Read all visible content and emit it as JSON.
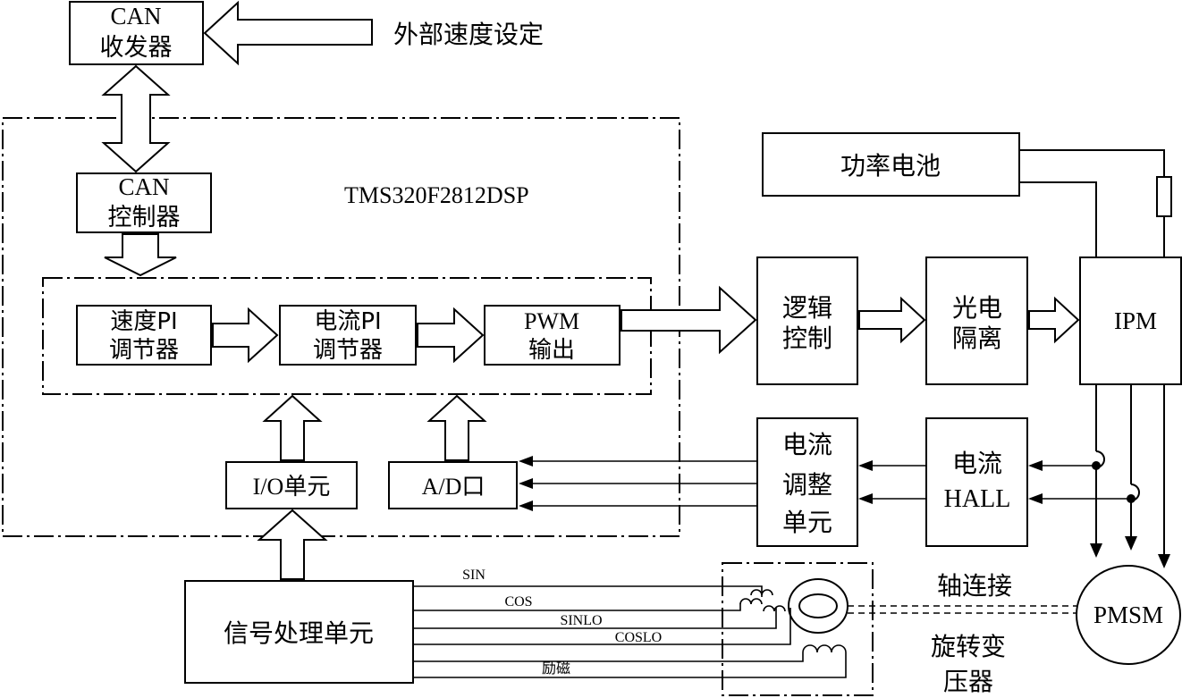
{
  "can_transceiver": {
    "line1": "CAN",
    "line2": "收发器"
  },
  "external_speed": "外部速度设定",
  "dsp_label": "TMS320F2812DSP",
  "can_controller": {
    "line1": "CAN",
    "line2": "控制器"
  },
  "speed_pi": {
    "line1": "速度PI",
    "line2": "调节器"
  },
  "current_pi": {
    "line1": "电流PI",
    "line2": "调节器"
  },
  "pwm_out": {
    "line1": "PWM",
    "line2": "输出"
  },
  "logic_control": {
    "line1": "逻辑",
    "line2": "控制"
  },
  "opto_isolation": {
    "line1": "光电",
    "line2": "隔离"
  },
  "ipm": "IPM",
  "power_battery": "功率电池",
  "io_unit": "I/O单元",
  "ad_port": "A/D口",
  "current_adjust": {
    "line1": "电流",
    "line2": "调整",
    "line3": "单元"
  },
  "current_hall": {
    "line1": "电流",
    "line2": "HALL"
  },
  "signal_unit": "信号处理单元",
  "signals": {
    "sin": "SIN",
    "cos": "COS",
    "sinlo": "SINLO",
    "coslo": "COSLO",
    "excite": "励磁"
  },
  "shaft": "轴连接",
  "resolver": {
    "line1": "旋转变",
    "line2": "压器"
  },
  "pmsm": "PMSM"
}
